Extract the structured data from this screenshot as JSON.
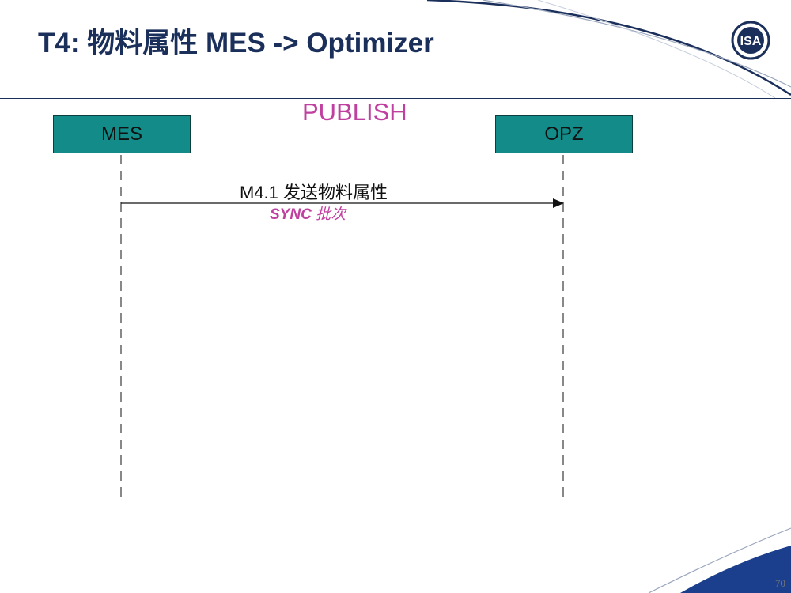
{
  "slide": {
    "title": "T4: 物料属性 MES -> Optimizer",
    "heading": "PUBLISH",
    "page_number": "70"
  },
  "diagram": {
    "lifelines": [
      {
        "label": "MES"
      },
      {
        "label": "OPZ"
      }
    ],
    "messages": [
      {
        "label": "M4.1 发送物料属性",
        "sub_bold": "SYNC",
        "sub_rest": " 批次",
        "from": "MES",
        "to": "OPZ"
      }
    ]
  },
  "logo": {
    "text": "ISA",
    "color": "#1b2f5b"
  },
  "colors": {
    "title": "#1b2f5b",
    "accent": "#c040a0",
    "box_fill": "#138c89"
  }
}
